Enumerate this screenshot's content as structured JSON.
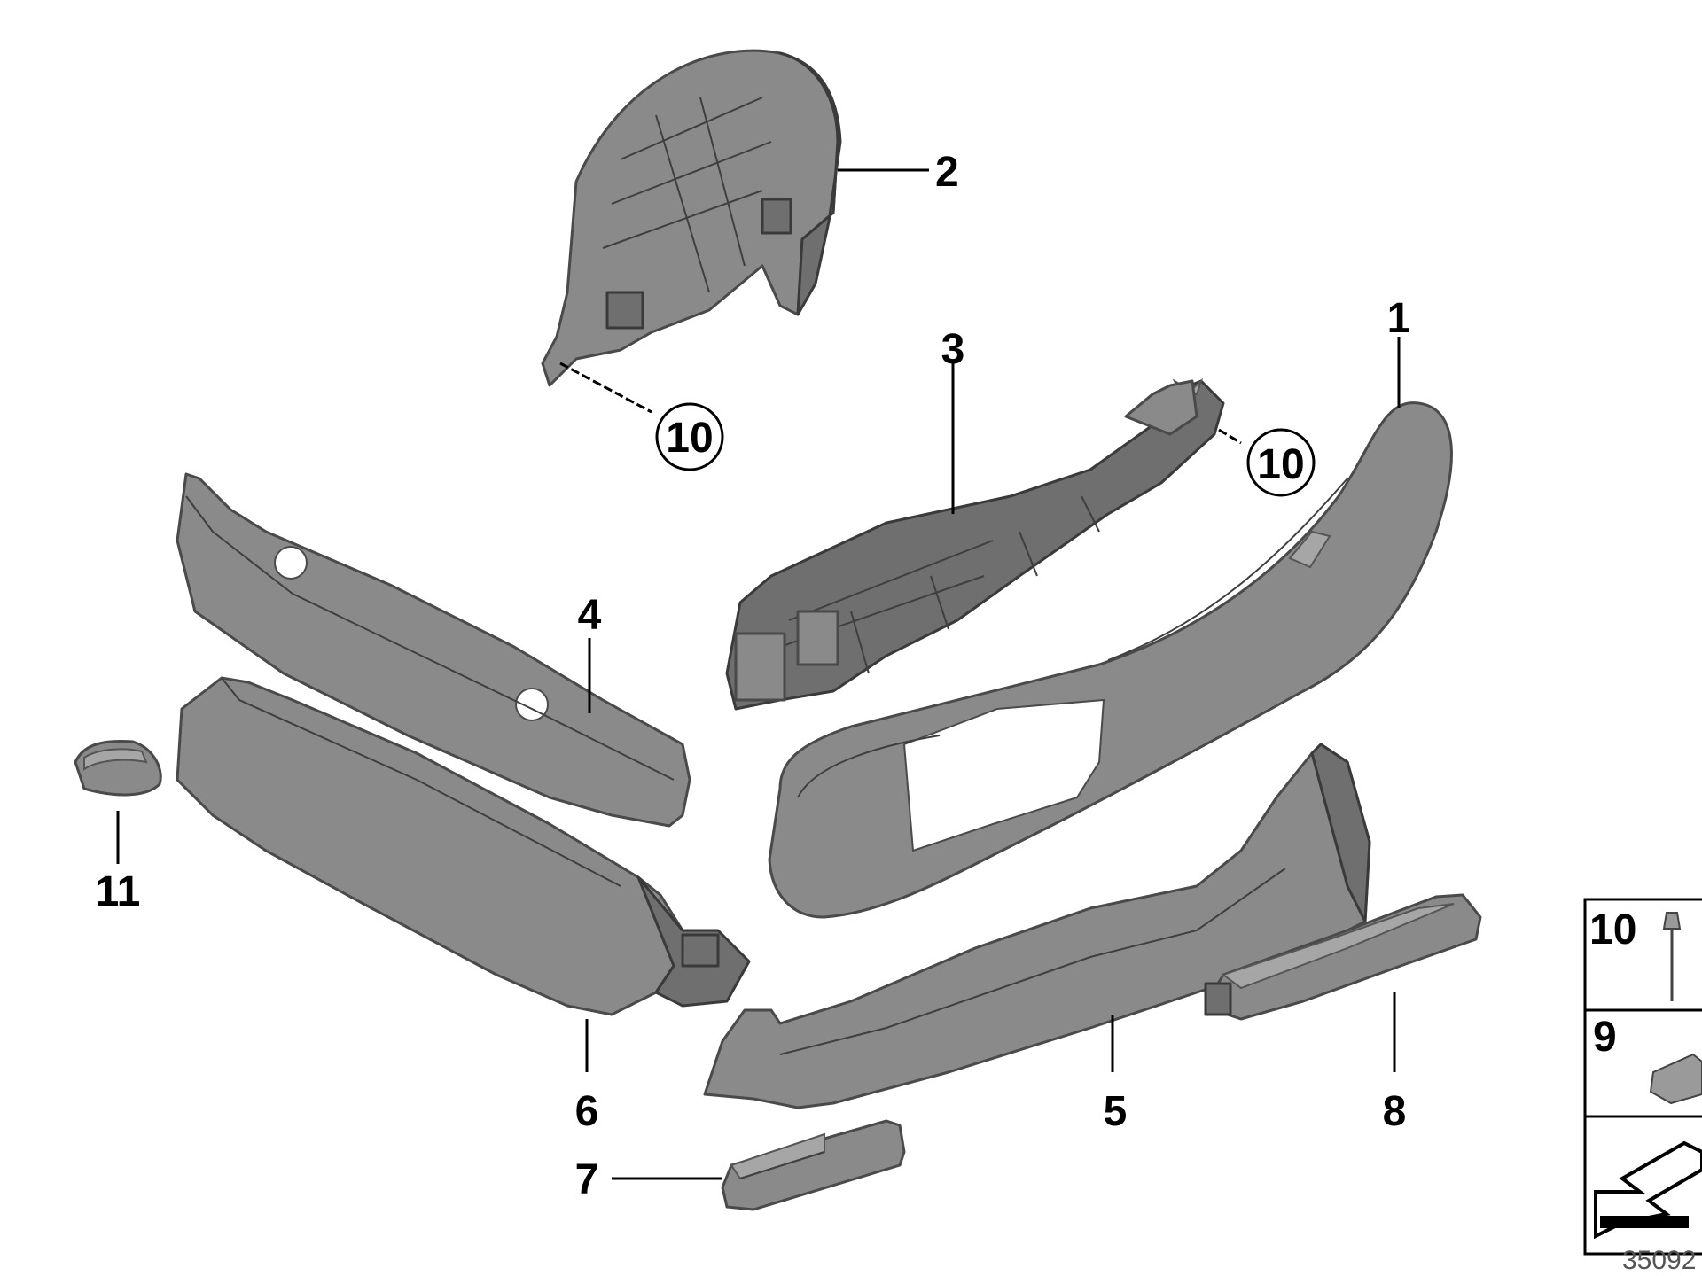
{
  "callouts": {
    "c1": "1",
    "c2": "2",
    "c3": "3",
    "c4": "4",
    "c5": "5",
    "c6": "6",
    "c7": "7",
    "c8": "8",
    "c9": "9",
    "c10a": "10",
    "c10b": "10",
    "c11": "11"
  },
  "legend": {
    "row10": "10",
    "row9": "9"
  },
  "diagram_number": "35092",
  "colors": {
    "part_fill": "#8a8a8a",
    "part_stroke": "#4a4a4a",
    "label": "#000000",
    "background": "#ffffff"
  }
}
